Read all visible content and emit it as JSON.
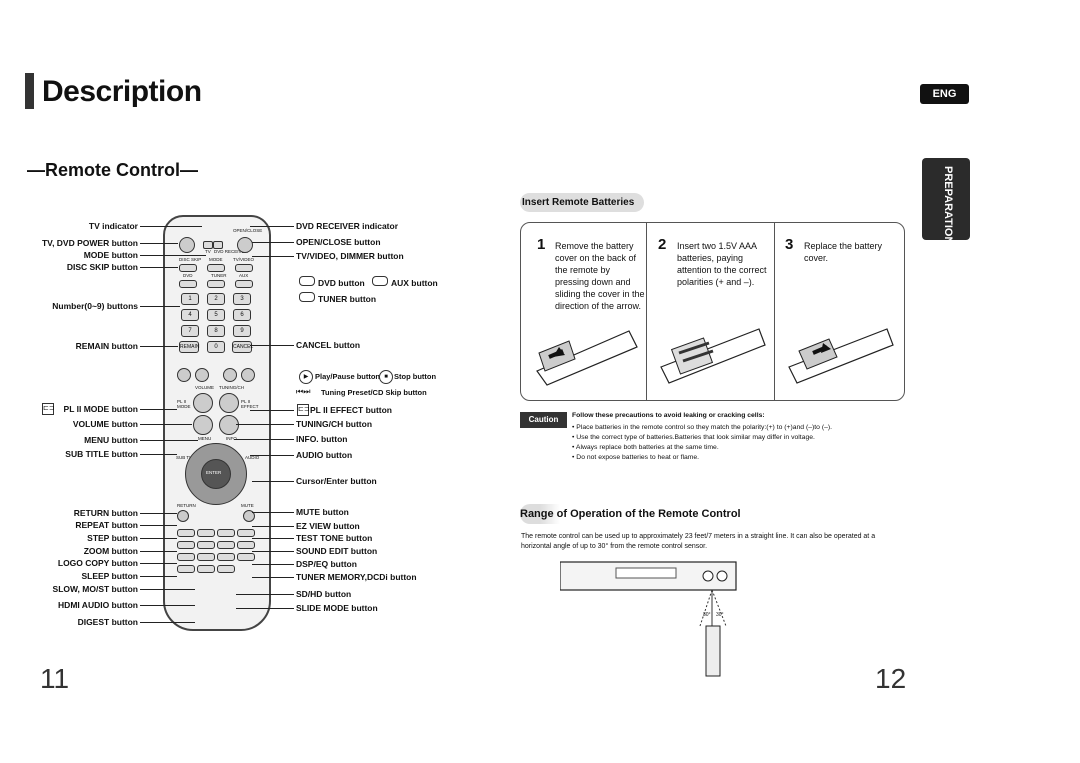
{
  "header": {
    "title": "Description",
    "lang_badge": "ENG",
    "section_tab": "PREPARATION"
  },
  "remote_section": {
    "subtitle": "—Remote Control—"
  },
  "left_labels": [
    "TV indicator",
    "TV, DVD POWER button",
    "MODE button",
    "DISC SKIP button",
    "Number(0~9) buttons",
    "REMAIN button",
    "PL II MODE button",
    "VOLUME button",
    "MENU button",
    "SUB TITLE button",
    "RETURN button",
    "REPEAT button",
    "STEP button",
    "ZOOM button",
    "LOGO COPY button",
    "SLEEP button",
    "SLOW, MO/ST button",
    "HDMI AUDIO button",
    "DIGEST button"
  ],
  "right_labels": [
    "DVD RECEIVER indicator",
    "OPEN/CLOSE button",
    "TV/VIDEO, DIMMER button",
    "DVD button",
    "AUX button",
    "TUNER button",
    "CANCEL button",
    "Play/Pause button",
    "Stop button",
    "Tuning Preset/CD Skip button",
    "PL II EFFECT button",
    "TUNING/CH button",
    "INFO. button",
    "AUDIO button",
    "Cursor/Enter button",
    "MUTE button",
    "EZ VIEW button",
    "TEST TONE button",
    "SOUND EDIT button",
    "DSP/EQ button",
    "TUNER MEMORY,DCDi button",
    "SD/HD button",
    "SLIDE MODE button"
  ],
  "remote_keys": {
    "open_close": "OPEN/CLOSE",
    "tv": "TV",
    "dvd_receiver": "DVD RECEIVER",
    "disc_skip": "DISC SKIP",
    "mode": "MODE",
    "tv_video": "TV/VIDEO",
    "dvd": "DVD",
    "tuner": "TUNER",
    "aux": "AUX",
    "digits": [
      "1",
      "2",
      "3",
      "4",
      "5",
      "6",
      "7",
      "8",
      "9"
    ],
    "remain": "REMAIN",
    "zero": "0",
    "cancel": "CANCEL",
    "volume": "VOLUME",
    "tuning_ch": "TUNING/CH",
    "pl2_mode": "PL II MODE",
    "pl2_effect": "PL II EFFECT",
    "menu": "MENU",
    "info": "INFO",
    "sub_title": "SUB TITLE",
    "audio": "AUDIO",
    "enter": "ENTER",
    "return": "RETURN",
    "mute": "MUTE"
  },
  "batteries": {
    "heading": "Insert Remote Batteries",
    "steps": [
      {
        "num": "1",
        "text": "Remove the battery cover on the back of the remote by pressing down and sliding the cover in the direction of the arrow."
      },
      {
        "num": "2",
        "text": "Insert two 1.5V AAA batteries, paying attention to the correct polarities (+ and –)."
      },
      {
        "num": "3",
        "text": "Replace the battery cover."
      }
    ]
  },
  "caution": {
    "label": "Caution",
    "heading": "Follow these precautions to avoid leaking or cracking cells:",
    "bullets": [
      "Place batteries in the remote control so they match the polarity:(+) to (+)and (–)to (–).",
      "Use the correct type of batteries.Batteries that look similar may differ in voltage.",
      "Always replace both batteries at the same time.",
      "Do not expose batteries to heat or flame."
    ]
  },
  "range": {
    "heading": "Range of Operation of the Remote Control",
    "text": "The remote control can be used up to approximately 23 feet/7 meters in a straight line. It can also be operated at a horizontal angle of up to 30° from the remote control sensor.",
    "angle_left": "30°",
    "angle_right": "30°"
  },
  "pages": {
    "left": "11",
    "right": "12"
  }
}
